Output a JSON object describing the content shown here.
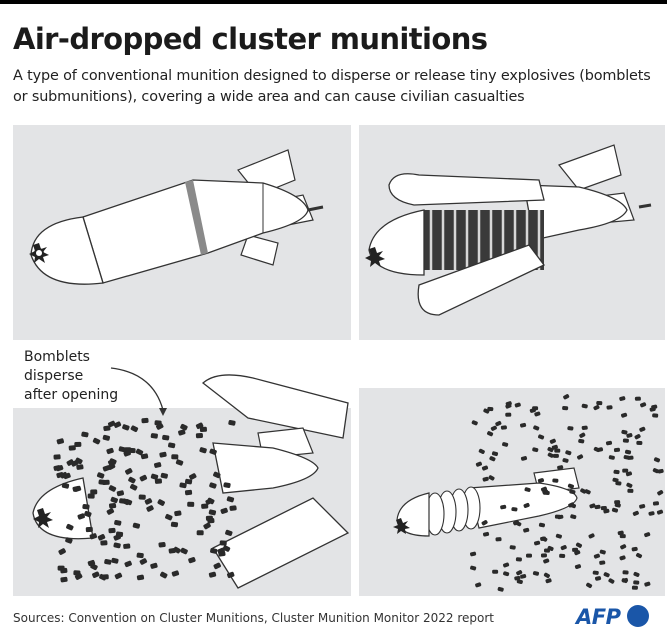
{
  "title": "Air-dropped cluster munitions",
  "subtitle": "A type of conventional munition designed to disperse or release tiny explosives (bomblets or submunitions), covering a wide area and can cause civilian casualties",
  "annotation": [
    "Bomblets",
    "disperse",
    "after opening"
  ],
  "source": "Sources: Convention on Cluster Munitions, Cluster Munition Monitor 2022 report",
  "logo": "AFP",
  "colors": {
    "panel_bg": "#e3e4e6",
    "band": "#8a8a8a",
    "bomblet": "#2a2a2a",
    "logo": "#1a56a8"
  }
}
